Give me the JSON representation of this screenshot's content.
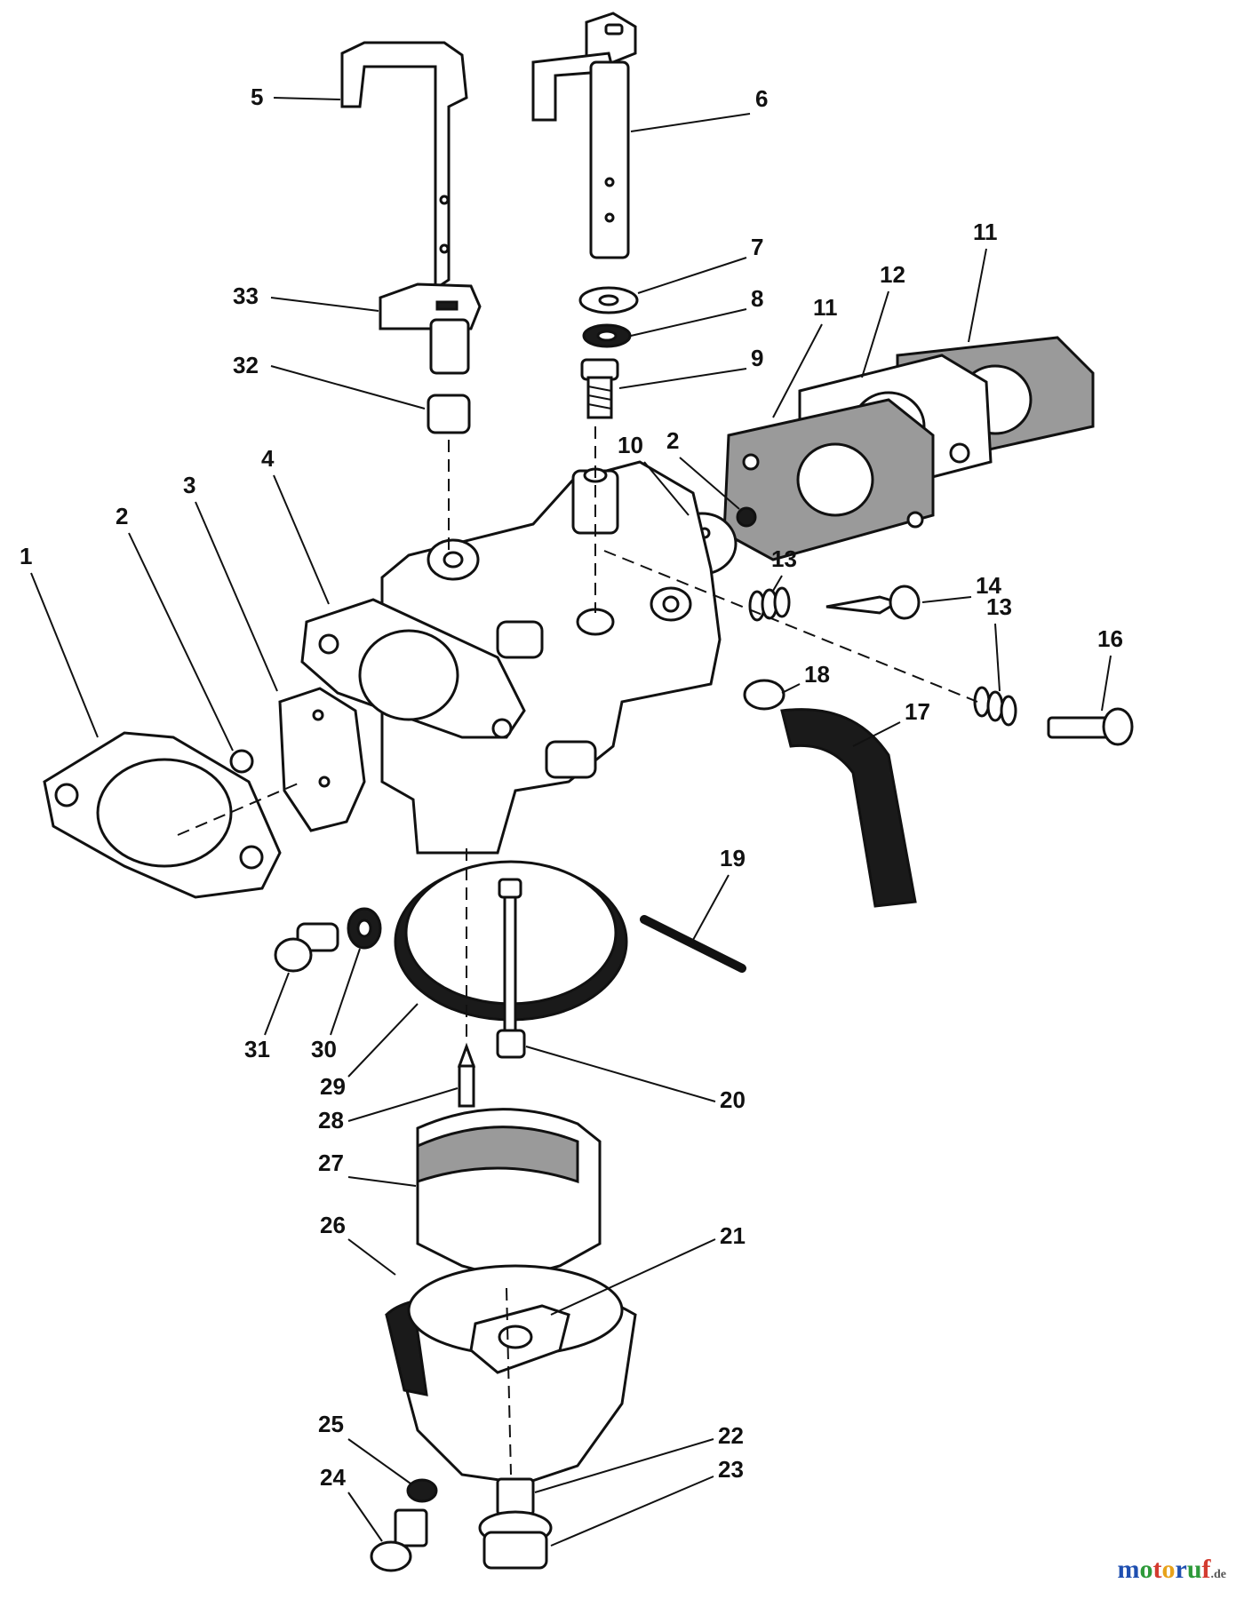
{
  "callouts": [
    "1",
    "2",
    "3",
    "4",
    "5",
    "6",
    "7",
    "8",
    "9",
    "10",
    "11",
    "12",
    "13",
    "14",
    "16",
    "17",
    "18",
    "19",
    "20",
    "21",
    "22",
    "23",
    "24",
    "25",
    "26",
    "27",
    "28",
    "29",
    "30",
    "31",
    "32",
    "33"
  ],
  "watermark": {
    "name": "motoruf",
    "suffix": ".de"
  }
}
